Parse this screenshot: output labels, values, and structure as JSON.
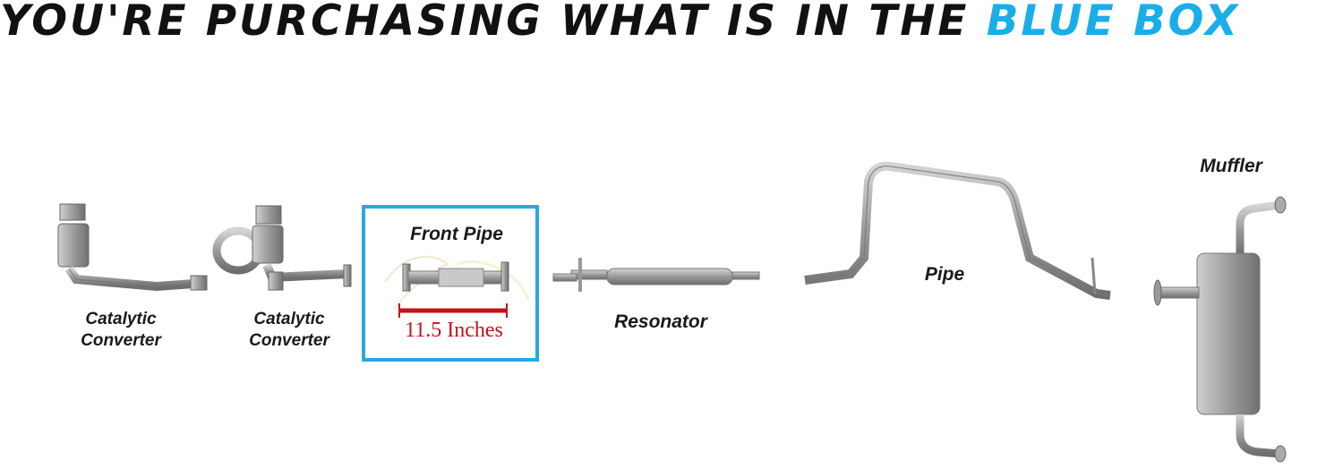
{
  "headline": {
    "text": "YOU'RE PURCHASING WHAT IS IN THE",
    "accent": "BLUE BOX",
    "accent_color": "#1aaee8"
  },
  "parts": [
    {
      "id": "cat1",
      "lines": [
        "Catalytic",
        "Converter"
      ]
    },
    {
      "id": "cat2",
      "lines": [
        "Catalytic",
        "Converter"
      ]
    },
    {
      "id": "front-pipe",
      "lines": [
        "Front Pipe"
      ],
      "highlighted": true
    },
    {
      "id": "resonator",
      "lines": [
        "Resonator"
      ]
    },
    {
      "id": "pipe",
      "lines": [
        "Pipe"
      ]
    },
    {
      "id": "muffler",
      "lines": [
        "Muffler"
      ]
    }
  ],
  "measurement": {
    "text": "11.5 Inches",
    "color": "#c0141b"
  },
  "highlight_color": "#2aa8de"
}
